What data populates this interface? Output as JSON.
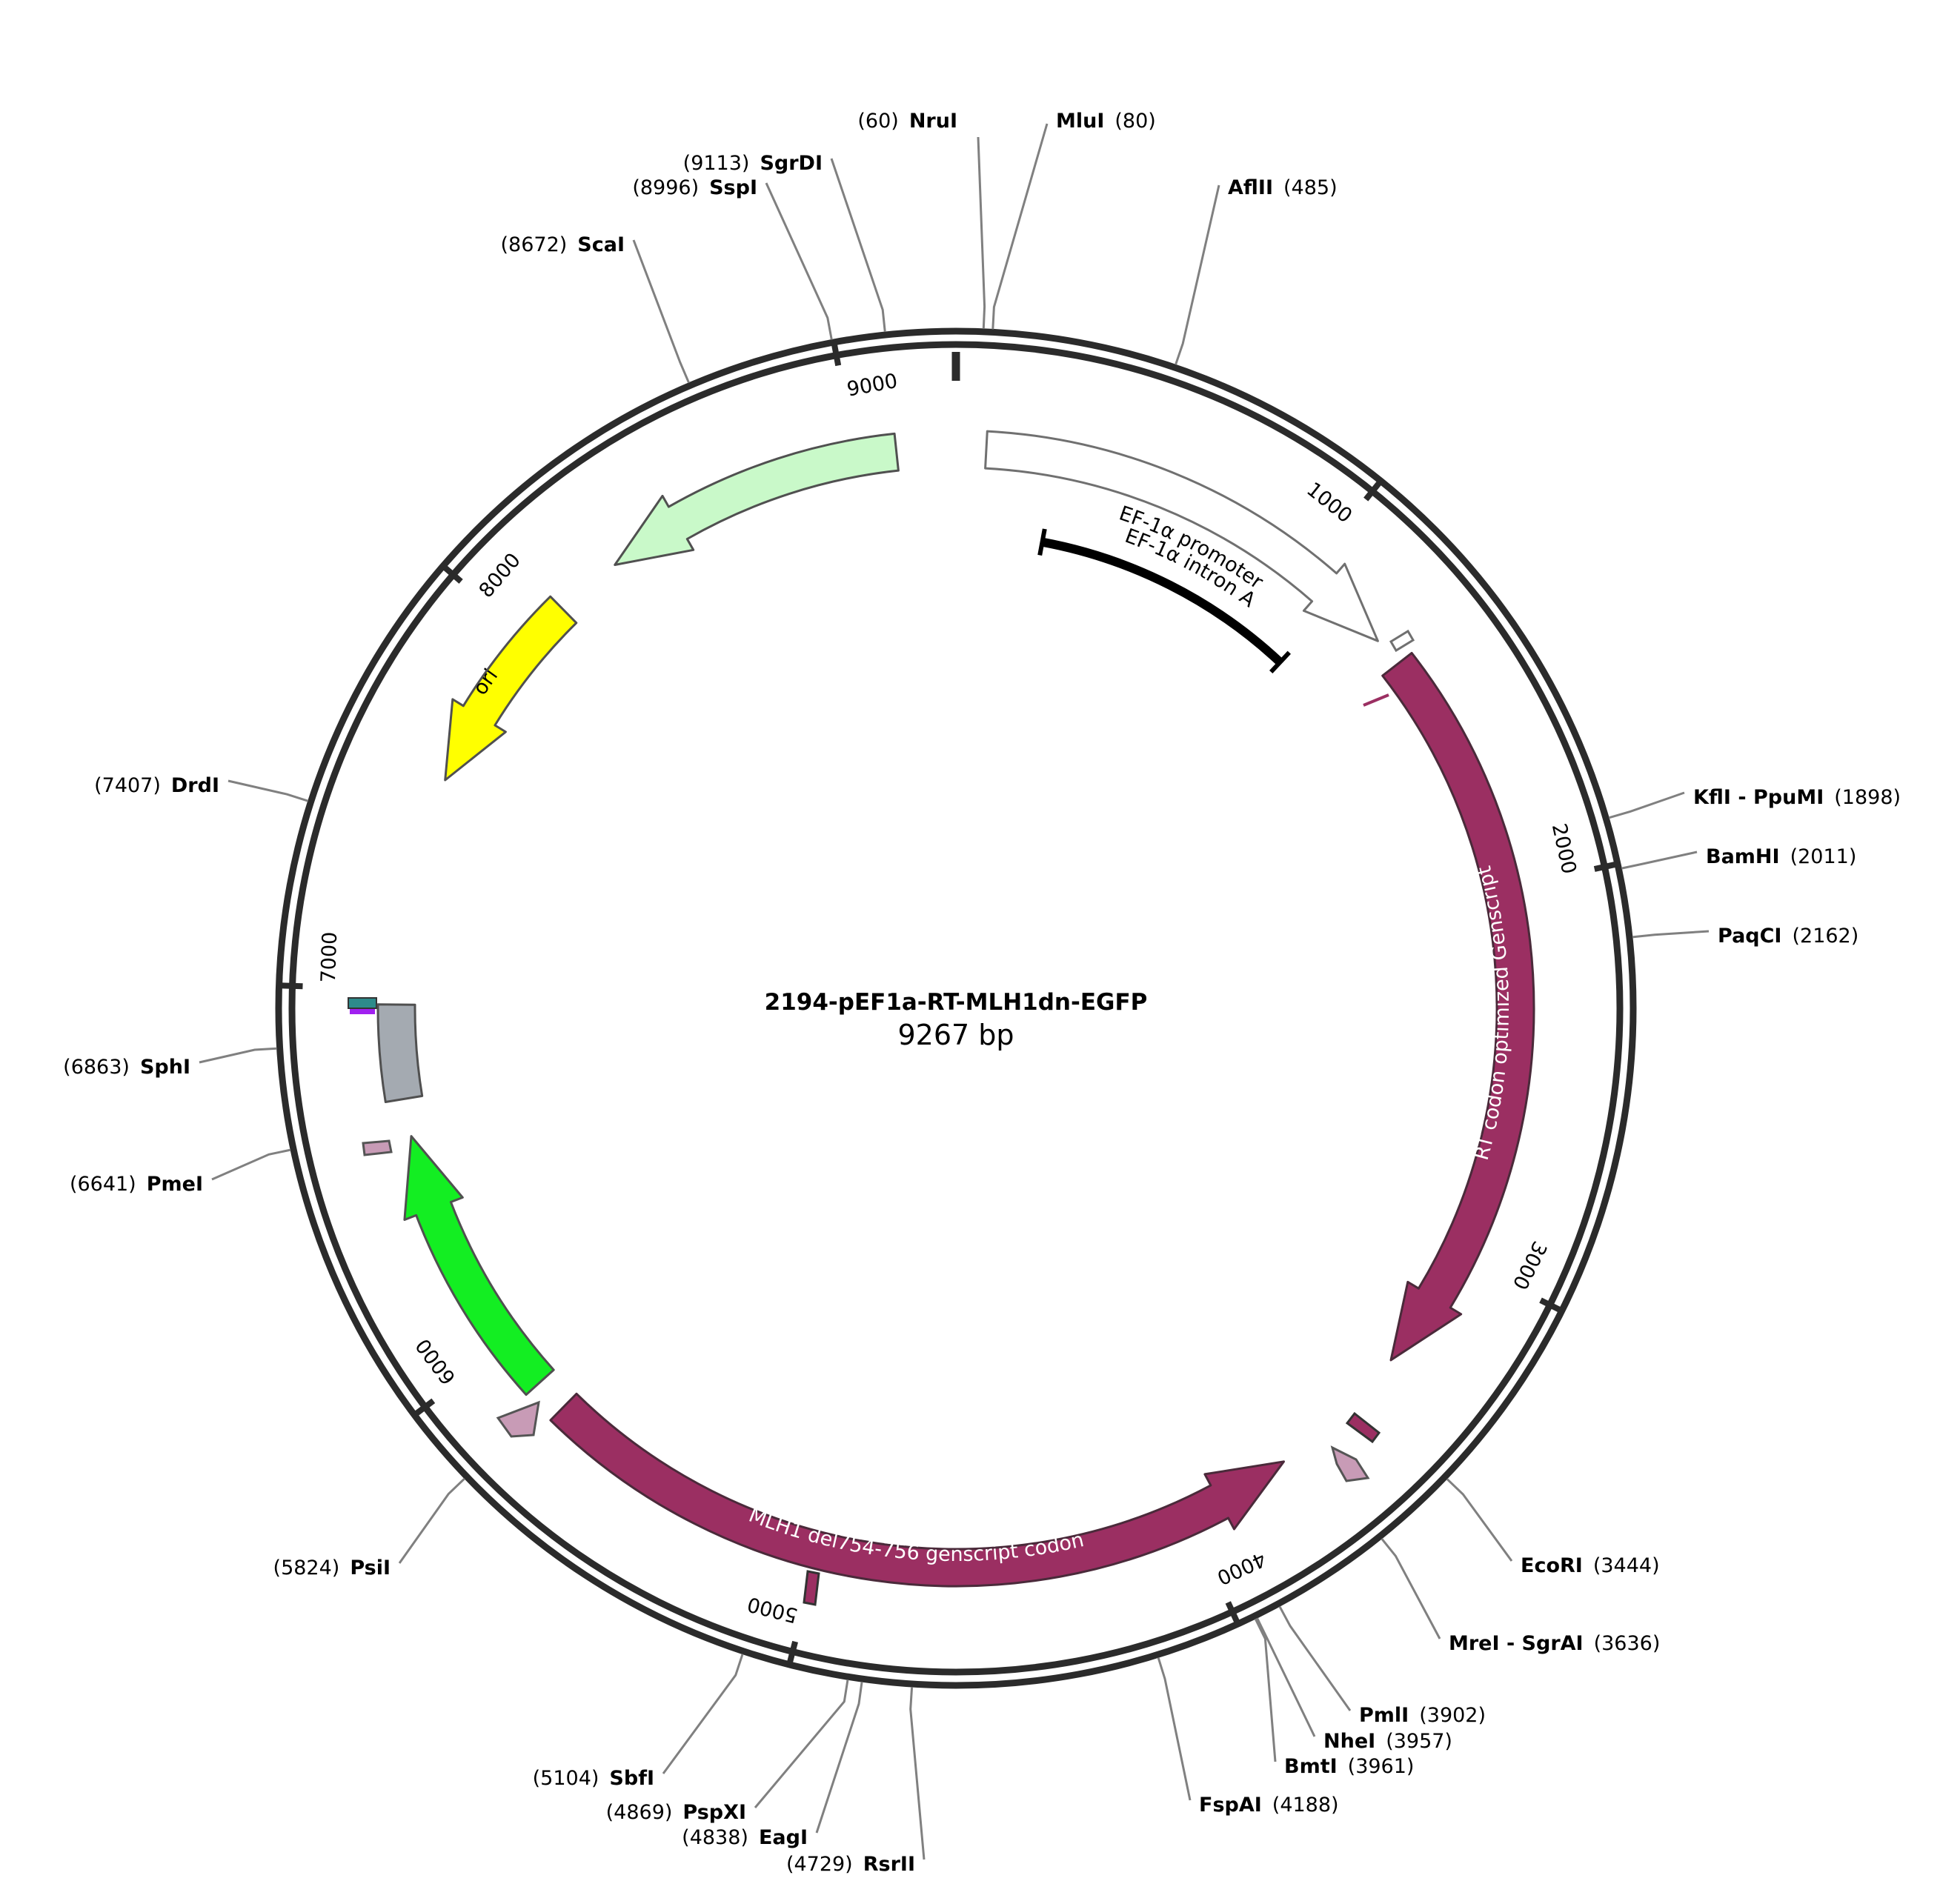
{
  "plasmid": {
    "name": "2194-pEF1a-RT-MLH1dn-EGFP",
    "length_label": "9267 bp",
    "length_bp": 9267
  },
  "ticks": [
    {
      "bp": 1000,
      "label": "1000"
    },
    {
      "bp": 2000,
      "label": "2000"
    },
    {
      "bp": 3000,
      "label": "3000"
    },
    {
      "bp": 4000,
      "label": "4000"
    },
    {
      "bp": 5000,
      "label": "5000"
    },
    {
      "bp": 6000,
      "label": "6000"
    },
    {
      "bp": 7000,
      "label": "7000"
    },
    {
      "bp": 8000,
      "label": "8000"
    },
    {
      "bp": 9000,
      "label": "9000"
    }
  ],
  "sites": [
    {
      "name": "NruI",
      "pos": "(60)",
      "bp": 60
    },
    {
      "name": "MluI",
      "pos": "(80)",
      "bp": 80
    },
    {
      "name": "AflII",
      "pos": "(485)",
      "bp": 485
    },
    {
      "name": "KflI - PpuMI",
      "pos": "(1898)",
      "bp": 1898
    },
    {
      "name": "BamHI",
      "pos": "(2011)",
      "bp": 2011
    },
    {
      "name": "PaqCI",
      "pos": "(2162)",
      "bp": 2162
    },
    {
      "name": "EcoRI",
      "pos": "(3444)",
      "bp": 3444
    },
    {
      "name": "MreI - SgrAI",
      "pos": "(3636)",
      "bp": 3636
    },
    {
      "name": "PmlI",
      "pos": "(3902)",
      "bp": 3902
    },
    {
      "name": "NheI",
      "pos": "(3957)",
      "bp": 3957
    },
    {
      "name": "BmtI",
      "pos": "(3961)",
      "bp": 3961
    },
    {
      "name": "FspAI",
      "pos": "(4188)",
      "bp": 4188
    },
    {
      "name": "RsrII",
      "pos": "(4729)",
      "bp": 4729
    },
    {
      "name": "EagI",
      "pos": "(4838)",
      "bp": 4838
    },
    {
      "name": "PspXI",
      "pos": "(4869)",
      "bp": 4869
    },
    {
      "name": "SbfI",
      "pos": "(5104)",
      "bp": 5104
    },
    {
      "name": "PsiI",
      "pos": "(5824)",
      "bp": 5824
    },
    {
      "name": "PmeI",
      "pos": "(6641)",
      "bp": 6641
    },
    {
      "name": "SphI",
      "pos": "(6863)",
      "bp": 6863
    },
    {
      "name": "DrdI",
      "pos": "(7407)",
      "bp": 7407
    },
    {
      "name": "ScaI",
      "pos": "(8672)",
      "bp": 8672
    },
    {
      "name": "SspI",
      "pos": "(8996)",
      "bp": 8996
    },
    {
      "name": "SgrDI",
      "pos": "(9113)",
      "bp": 9113
    }
  ],
  "features": [
    {
      "label": "EF-1α promoter",
      "start": 80,
      "end": 1260,
      "dir": 1,
      "fill": "#ffffff",
      "stroke": "#707070",
      "text": "#000000"
    },
    {
      "label": "EF-1α intron A",
      "start": 270,
      "end": 1110,
      "dir": 0,
      "fill": "#000000",
      "stroke": "#000000",
      "text": "#000000"
    },
    {
      "label": "RT codon optimized Genscript",
      "start": 1340,
      "end": 3320,
      "dir": 1,
      "fill": "#9b2f62",
      "stroke": "#4a2a3a",
      "text": "#ffffff"
    },
    {
      "label": "MLH1 del754-756 genscript codon",
      "start": 3710,
      "end": 5780,
      "dir": -1,
      "fill": "#9b2f62",
      "stroke": "#4a2a3a",
      "text": "#ffffff"
    },
    {
      "label": "",
      "start": 5870,
      "end": 6610,
      "dir": 1,
      "fill": "#13ee22",
      "stroke": "#505050",
      "text": "#000000"
    },
    {
      "label": "",
      "start": 6710,
      "end": 6960,
      "dir": 0,
      "fill": "#a4aab1",
      "stroke": "#505050",
      "text": "#000000"
    },
    {
      "label": "ori",
      "start": 7570,
      "end": 8120,
      "dir": -1,
      "fill": "#ffff00",
      "stroke": "#505050",
      "text": "#000000"
    },
    {
      "label": "",
      "start": 8300,
      "end": 9110,
      "dir": -1,
      "fill": "#c9f9c9",
      "stroke": "#505050",
      "text": "#000000"
    }
  ]
}
